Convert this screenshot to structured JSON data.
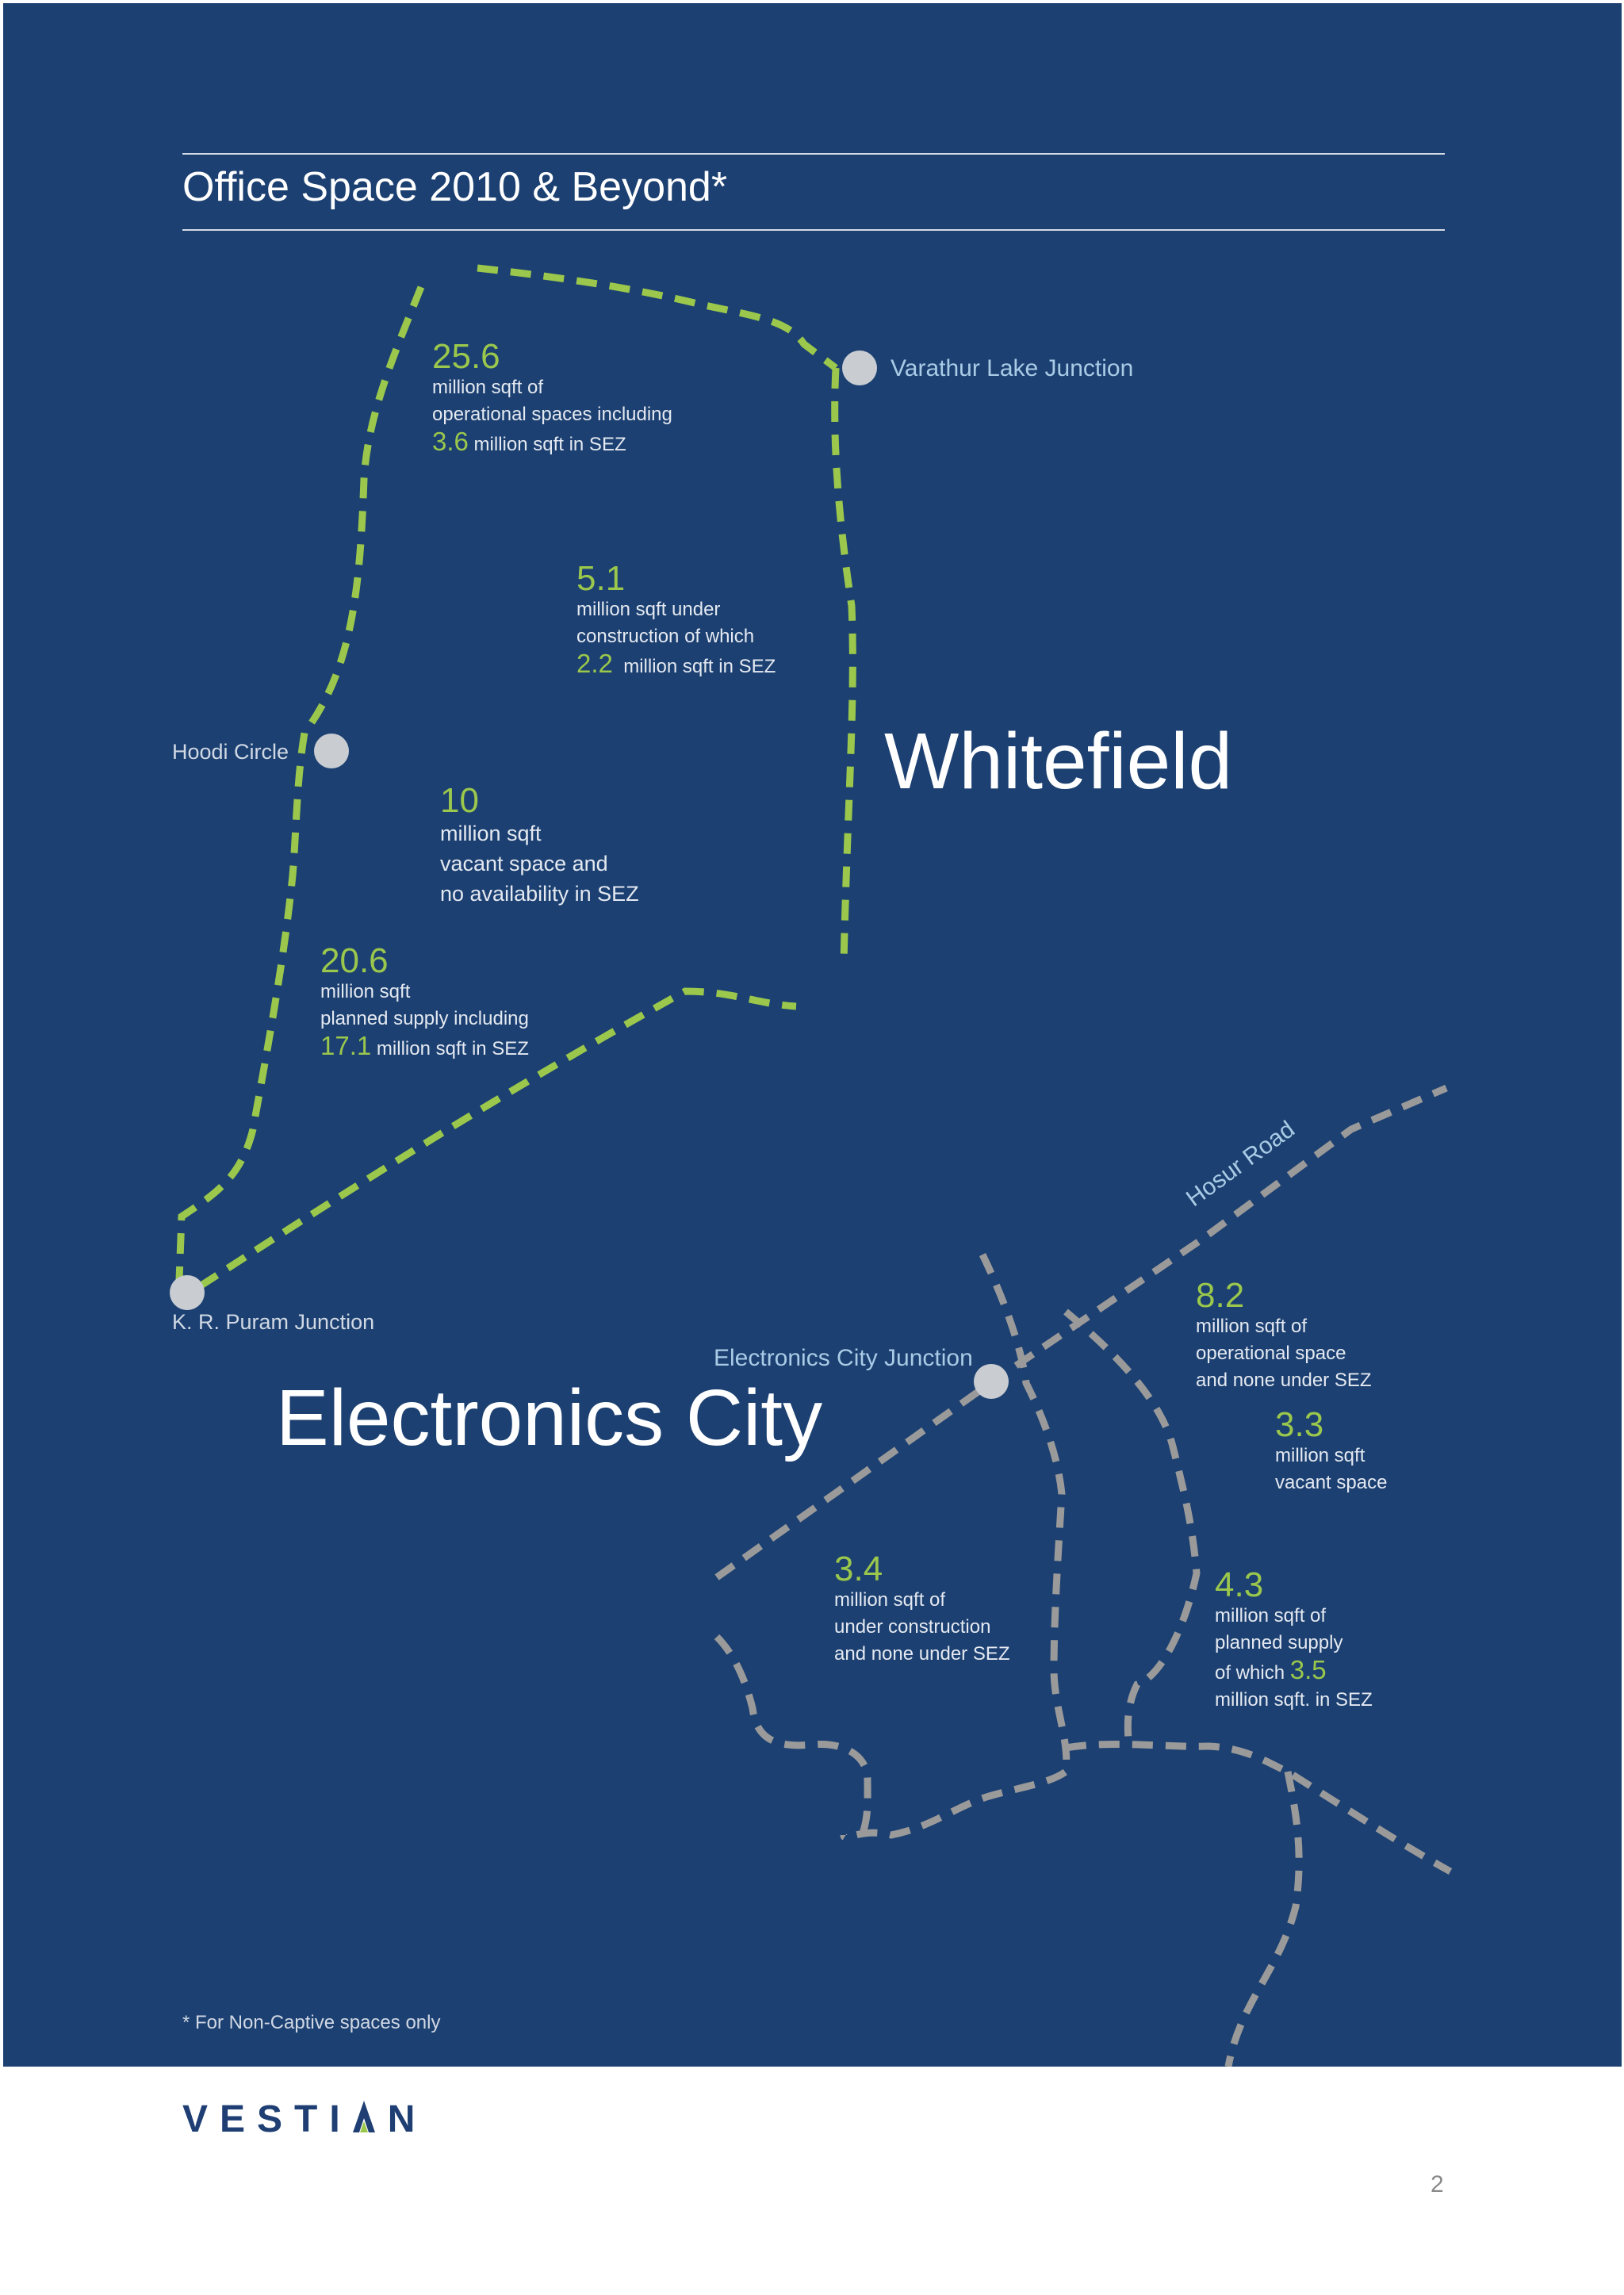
{
  "page": {
    "title": "Office Space  2010 & Beyond*",
    "footnote": "* For Non-Captive spaces only",
    "page_number": "2"
  },
  "brand": {
    "logo_text_1": "VESTI",
    "logo_text_2": "N"
  },
  "colors": {
    "background": "#1c4071",
    "whitefield_route": "#9ac74c",
    "electronics_city_route": "#9a9a9a",
    "highlight_number": "#9ac74c"
  },
  "regions": {
    "whitefield": "Whitefield",
    "electronics_city": "Electronics City"
  },
  "junctions": {
    "varathur": "Varathur Lake Junction",
    "hoodi": "Hoodi Circle",
    "kr_puram": "K. R. Puram Junction",
    "electronics_city": "Electronics City Junction"
  },
  "roads": {
    "hosur": "Hosur Road"
  },
  "whitefield_stats": {
    "operational": {
      "value": "25.6",
      "line1": "million sqft of",
      "line2": "operational spaces including",
      "sez_value": "3.6",
      "sez_text": "million sqft  in SEZ"
    },
    "under_construction": {
      "value": "5.1",
      "line1": "million sqft under",
      "line2": "construction of which",
      "sez_value": "2.2",
      "sez_text": "million sqft  in SEZ"
    },
    "vacant": {
      "value": "10",
      "line1": "million sqft",
      "line2": "vacant space and",
      "line3": "no availability in SEZ"
    },
    "planned": {
      "value": "20.6",
      "line1": "million sqft",
      "line2": "planned supply including",
      "sez_value": "17.1",
      "sez_text": "million sqft  in SEZ"
    }
  },
  "electronics_city_stats": {
    "operational": {
      "value": "8.2",
      "line1": "million sqft of",
      "line2": "operational space",
      "line3": "and none under  SEZ"
    },
    "vacant": {
      "value": "3.3",
      "line1": "million sqft",
      "line2": "vacant space"
    },
    "under_construction": {
      "value": "3.4",
      "line1": "million sqft of",
      "line2": "under construction",
      "line3": "and none under  SEZ"
    },
    "planned": {
      "value": "4.3",
      "line1": "million sqft of",
      "line2": "planned supply",
      "line3_prefix": "of which",
      "sez_value": "3.5",
      "line4": "million sqft. in  SEZ"
    }
  }
}
